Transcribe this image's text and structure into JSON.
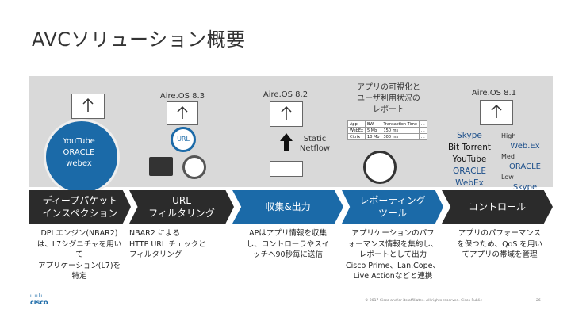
{
  "slide": {
    "title": "AVCソリューション概要"
  },
  "columns": {
    "aireos83": "Aire.OS 8.3",
    "aireos82": "Aire.OS 8.2",
    "visualize": "アプリの可視化と\nユーザ利用状況の\nレポート",
    "aireos81": "Aire.OS 8.1"
  },
  "app_list": [
    "YouTube",
    "ORACLE",
    "webex"
  ],
  "url_label": "URL",
  "static_netflow": "Static\nNetflow",
  "report_table": {
    "headers": [
      "App",
      "BW",
      "Transaction Time",
      "..."
    ],
    "rows": [
      [
        "WebEx",
        "5 Mb",
        "150 ms",
        "..."
      ],
      [
        "Citrix",
        "10 Mb",
        "300 ms",
        "..."
      ]
    ]
  },
  "control": {
    "apps": [
      "Skype",
      "Bit Torrent",
      "YouTube",
      "ORACLE",
      "WebEx"
    ],
    "high_label": "High",
    "high_app": "Web.Ex",
    "med_label": "Med",
    "low_app": "ORACLE",
    "low_label": "Low",
    "low_app2": "Skype"
  },
  "stages": [
    {
      "label": "ディープパケット\nインスペクション"
    },
    {
      "label": "URL\nフィルタリング"
    },
    {
      "label": "収集&出力"
    },
    {
      "label": "レポーティング\nツール"
    },
    {
      "label": "コントロール"
    }
  ],
  "descriptions": [
    "DPI エンジン(NBAR2)\nは、L7シグニチャを用い\nて\nアプリケーション(L7)を\n特定",
    "NBAR2 による\nHTTP URL チェックと\nフィルタリング",
    "APはアプリ情報を収集\nし、コントローラやスイ\nッチへ90秒毎に送信",
    "アプリケーションのパフ\nォーマンス情報を集約し、\nレポートとして出力\nCisco Prime、Lan.Cope、\nLive Actionなどと連携",
    "アプリのパフォーマンス\nを保つため、QoS を用い\nてアプリの帯域を管理"
  ],
  "colors": {
    "dark_arrow": "#2b2b2b",
    "blue_arrow": "#1b6aa8",
    "band": "#d9d9d9"
  },
  "footer": {
    "brand": "cisco",
    "copyright": "© 2017 Cisco and/or its affiliates. All rights reserved. Cisco Public",
    "page": "26"
  }
}
